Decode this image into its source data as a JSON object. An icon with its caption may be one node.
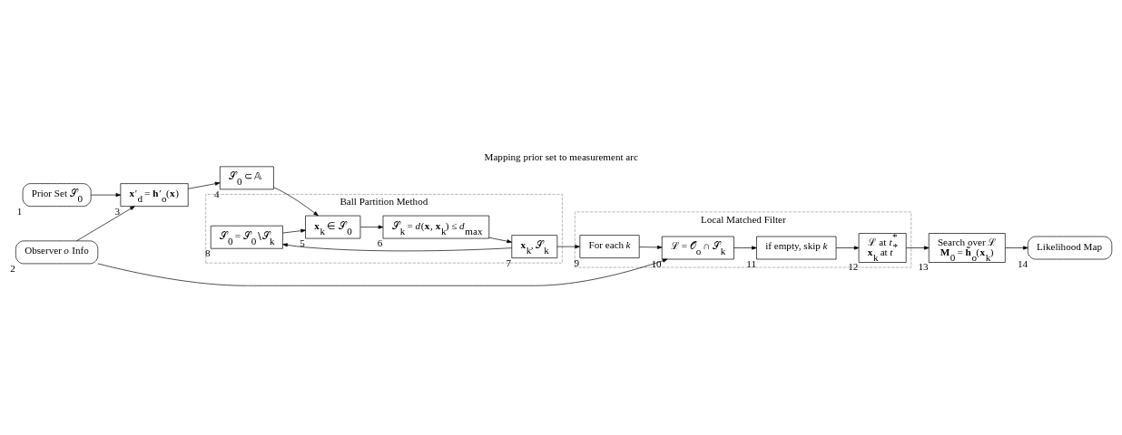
{
  "diagram": {
    "title": "Mapping prior set to measurement arc",
    "nodes": [
      {
        "text": [
          "Prior Set 𝒮$_{0}$"
        ],
        "beside": [
          "1"
        ]
      },
      {
        "text": [
          "Observer *o* Info"
        ],
        "beside": [
          "2"
        ]
      },
      {
        "text": [
          "**x**′$_{d}$ = **h**′$_{o}$(**x**)"
        ],
        "beside": [
          "3"
        ]
      },
      {
        "text": [
          "𝒮$_{0}$ ⊂ 𝔸"
        ],
        "beside": [
          "4"
        ]
      },
      {
        "text": [
          "Ball Partition Method"
        ]
      },
      {
        "text": [
          "𝒮$_{0}$ = 𝒮$_{0}$∖𝒮$_{k}$"
        ],
        "beside": [
          "8"
        ],
        "in": 4
      },
      {
        "text": [
          "**x**$_{k}$ ∈ 𝒮$_{0}$"
        ],
        "beside": [
          "5"
        ],
        "in": 4
      },
      {
        "text": [
          "Local Matched Filter"
        ]
      },
      {
        "text": [
          "ℒ = 𝒪$_{o}$ ∩ 𝒮$_{k}$"
        ],
        "beside": [
          "10"
        ],
        "in": 7
      },
      {
        "text": [
          "For each *k*"
        ],
        "beside": [
          "9"
        ],
        "in": 7
      },
      {
        "text": [
          "**x**$_{k}$, 𝒮$_{k}$"
        ],
        "beside": [
          "7"
        ],
        "in": 4
      },
      {
        "text": [
          "𝒮$_{k}$ = *d*(**x**, **x**$_{k}$) ≤ *d*$_{max}$"
        ],
        "beside": [
          "6"
        ],
        "in": 4
      },
      {
        "text": [
          "if empty, skip *k*"
        ],
        "beside": [
          "11"
        ],
        "in": 7
      },
      {
        "text": [
          "ℒ at *t*$^{*}$",
          "**x**$_{k}$ at *t*$^{*}$"
        ],
        "beside": [
          "12"
        ],
        "in": 7
      },
      {
        "text": [
          "Search over ℒ",
          "**M**$_{0}$ = **h̃**$_{o}$(**x**$_{k}$)"
        ],
        "beside": [
          "13"
        ]
      },
      {
        "text": [
          "Likelihood Map"
        ],
        "beside": [
          "14"
        ]
      }
    ],
    "edges": [
      {
        "from": 0,
        "to": 2,
        "arrow": "to"
      },
      {
        "from": 1,
        "to": 2,
        "arrow": "to"
      },
      {
        "from": 2,
        "to": 3,
        "arrow": "to"
      },
      {
        "from": 3,
        "to": 6,
        "arrow": "to"
      },
      {
        "from": 6,
        "to": 11,
        "arrow": "to"
      },
      {
        "from": 11,
        "to": 10,
        "arrow": "to"
      },
      {
        "from": 10,
        "to": 5,
        "arrow": "to"
      },
      {
        "from": 5,
        "to": 6,
        "arrow": "to"
      },
      {
        "from": 10,
        "to": 9,
        "arrow": "to"
      },
      {
        "from": 9,
        "to": 8,
        "arrow": "to"
      },
      {
        "from": 1,
        "to": 8,
        "arrow": "to"
      },
      {
        "from": 8,
        "to": 12,
        "arrow": "to"
      },
      {
        "from": 12,
        "to": 13,
        "arrow": "to"
      },
      {
        "from": 13,
        "to": 14,
        "arrow": "to"
      },
      {
        "from": 14,
        "to": 15,
        "arrow": "to"
      }
    ]
  }
}
